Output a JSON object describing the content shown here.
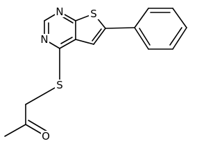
{
  "molecule": {
    "atom_labels": {
      "n1": "N",
      "n3": "N",
      "s7": "S",
      "s_thio": "S",
      "o": "O"
    }
  }
}
